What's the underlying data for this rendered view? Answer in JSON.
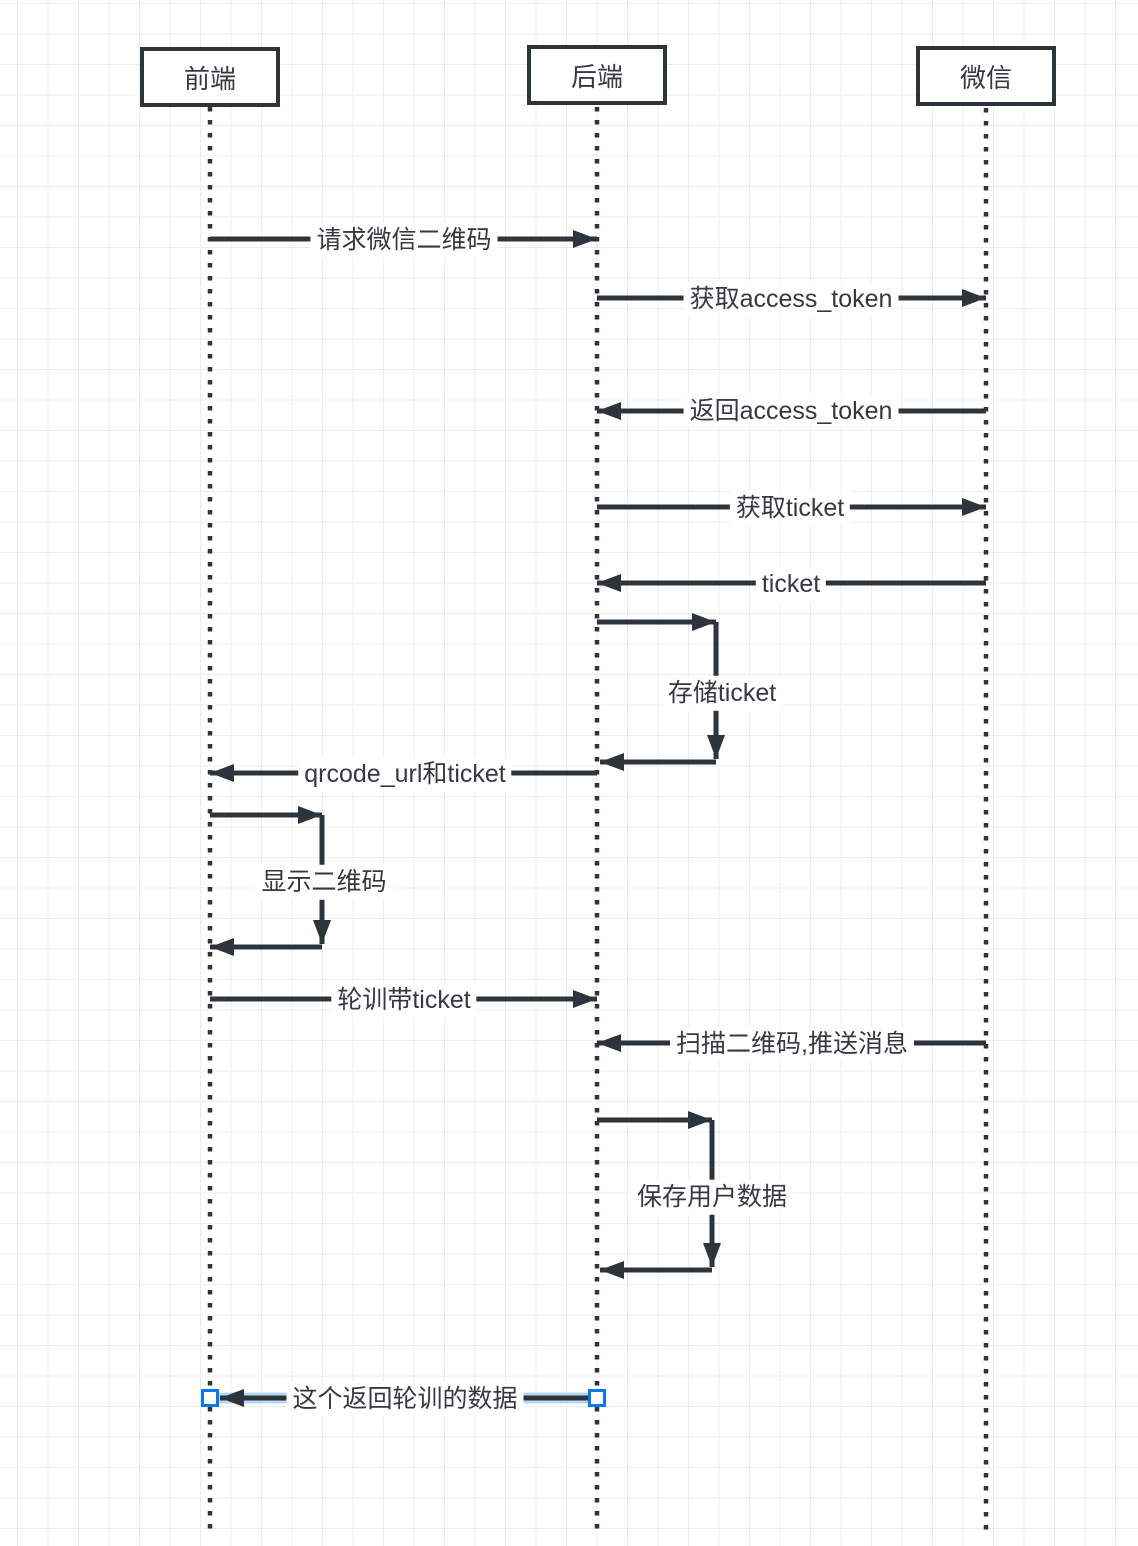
{
  "diagram": {
    "type": "sequence-diagram",
    "actors": [
      {
        "id": "frontend",
        "label": "前端"
      },
      {
        "id": "backend",
        "label": "后端"
      },
      {
        "id": "wechat",
        "label": "微信"
      }
    ],
    "messages": [
      {
        "from": "frontend",
        "to": "backend",
        "label": "请求微信二维码",
        "kind": "call",
        "selected": false
      },
      {
        "from": "backend",
        "to": "wechat",
        "label": "获取access_token",
        "kind": "call",
        "selected": false
      },
      {
        "from": "wechat",
        "to": "backend",
        "label": "返回access_token",
        "kind": "return",
        "selected": false
      },
      {
        "from": "backend",
        "to": "wechat",
        "label": "获取ticket",
        "kind": "call",
        "selected": false
      },
      {
        "from": "wechat",
        "to": "backend",
        "label": "ticket",
        "kind": "return",
        "selected": false
      },
      {
        "from": "backend",
        "to": "backend",
        "label": "存储ticket",
        "kind": "self",
        "selected": false
      },
      {
        "from": "backend",
        "to": "frontend",
        "label": "qrcode_url和ticket",
        "kind": "return",
        "selected": false
      },
      {
        "from": "frontend",
        "to": "frontend",
        "label": "显示二维码",
        "kind": "self",
        "selected": false
      },
      {
        "from": "frontend",
        "to": "backend",
        "label": "轮训带ticket",
        "kind": "call",
        "selected": false
      },
      {
        "from": "wechat",
        "to": "backend",
        "label": "扫描二维码,推送消息",
        "kind": "call",
        "selected": false
      },
      {
        "from": "backend",
        "to": "backend",
        "label": "保存用户数据",
        "kind": "self",
        "selected": false
      },
      {
        "from": "backend",
        "to": "frontend",
        "label": "这个返回轮训的数据",
        "kind": "return",
        "selected": true
      }
    ],
    "colors": {
      "stroke": "#2e343b",
      "text": "#343a40",
      "selection": "#0878f0",
      "selection_glow": "#b9d7f5",
      "grid": "#ededf0",
      "background": "#ffffff"
    }
  }
}
